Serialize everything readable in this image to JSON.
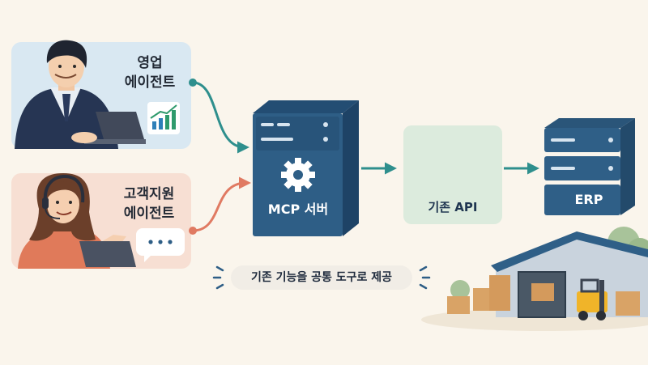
{
  "agents": [
    {
      "id": "sales",
      "label": "영업\n에이전트"
    },
    {
      "id": "support",
      "label": "고객지원\n에이전트"
    }
  ],
  "server": {
    "label": "MCP 서버"
  },
  "api": {
    "label": "기존 API"
  },
  "erp": {
    "label": "ERP"
  },
  "caption": "기존 기능을 공통 도구로 제공",
  "colors": {
    "sales_arrow": "#2e8f8d",
    "support_arrow": "#e07a62",
    "flow_arrow": "#2e8f8d",
    "server": "#2e5e86",
    "erp": "#2f5f87"
  }
}
